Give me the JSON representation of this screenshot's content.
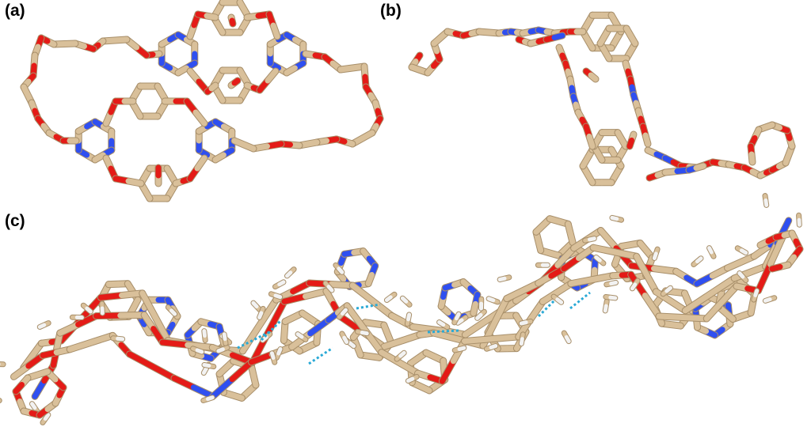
{
  "labels": {
    "a": "(a)",
    "b": "(b)",
    "c": "(c)"
  },
  "colors": {
    "carbon": "#d9c09a",
    "carbon_edge": "#a88f6a",
    "oxygen": "#e41b17",
    "nitrogen": "#2f4ff0",
    "hydrogen": "#f2f2f2",
    "hbond": "#29a9d6"
  }
}
